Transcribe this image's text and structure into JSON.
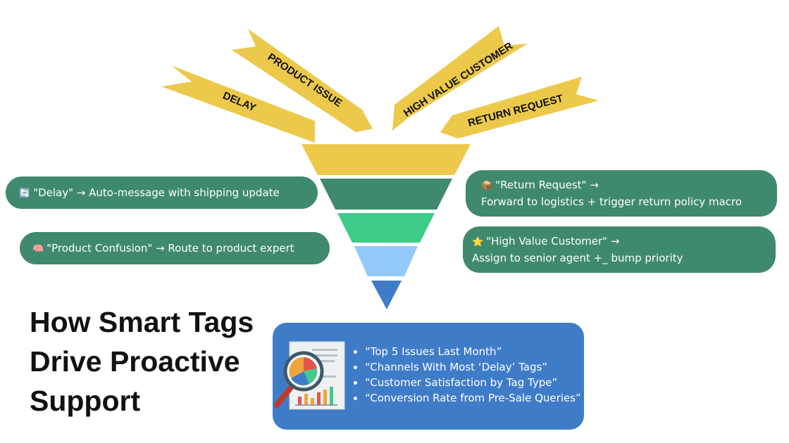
{
  "colors": {
    "ribbon": "#ecc94b",
    "pill": "#3f8a6d",
    "report_card": "#3f7cc8",
    "funnel": [
      "#ecc94b",
      "#3f8a6d",
      "#3fcb8a",
      "#93c9f8",
      "#3f7cc8"
    ]
  },
  "ribbons": [
    {
      "label": "DELAY"
    },
    {
      "label": "PRODUCT ISSUE"
    },
    {
      "label": "HIGH VALUE CUSTOMER"
    },
    {
      "label": "RETURN REQUEST"
    }
  ],
  "rules": {
    "delay": {
      "icon": "refresh-icon",
      "emoji": "🔄",
      "text": "\"Delay\" → Auto-message with shipping update"
    },
    "product": {
      "icon": "brain-icon",
      "emoji": "🧠",
      "text": "\"Product Confusion\" → Route to product expert"
    },
    "return": {
      "icon": "package-icon",
      "emoji": "📦",
      "line1": "\"Return Request\" →",
      "line2": "Forward to logistics + trigger return policy macro"
    },
    "hvc": {
      "icon": "star-icon",
      "emoji": "⭐",
      "line1": "\"High Value Customer\" →",
      "line2": "Assign to senior agent  +_ bump priority"
    }
  },
  "headline": {
    "line1": "How Smart Tags",
    "line2": "Drive Proactive",
    "line3": "Support"
  },
  "report": {
    "icon": "analytics-report-icon",
    "items": [
      "“Top 5 Issues Last Month”",
      "“Channels With Most ‘Delay’ Tags”",
      "“Customer Satisfaction by Tag Type”",
      "“Conversion Rate from Pre-Sale Queries”"
    ]
  }
}
